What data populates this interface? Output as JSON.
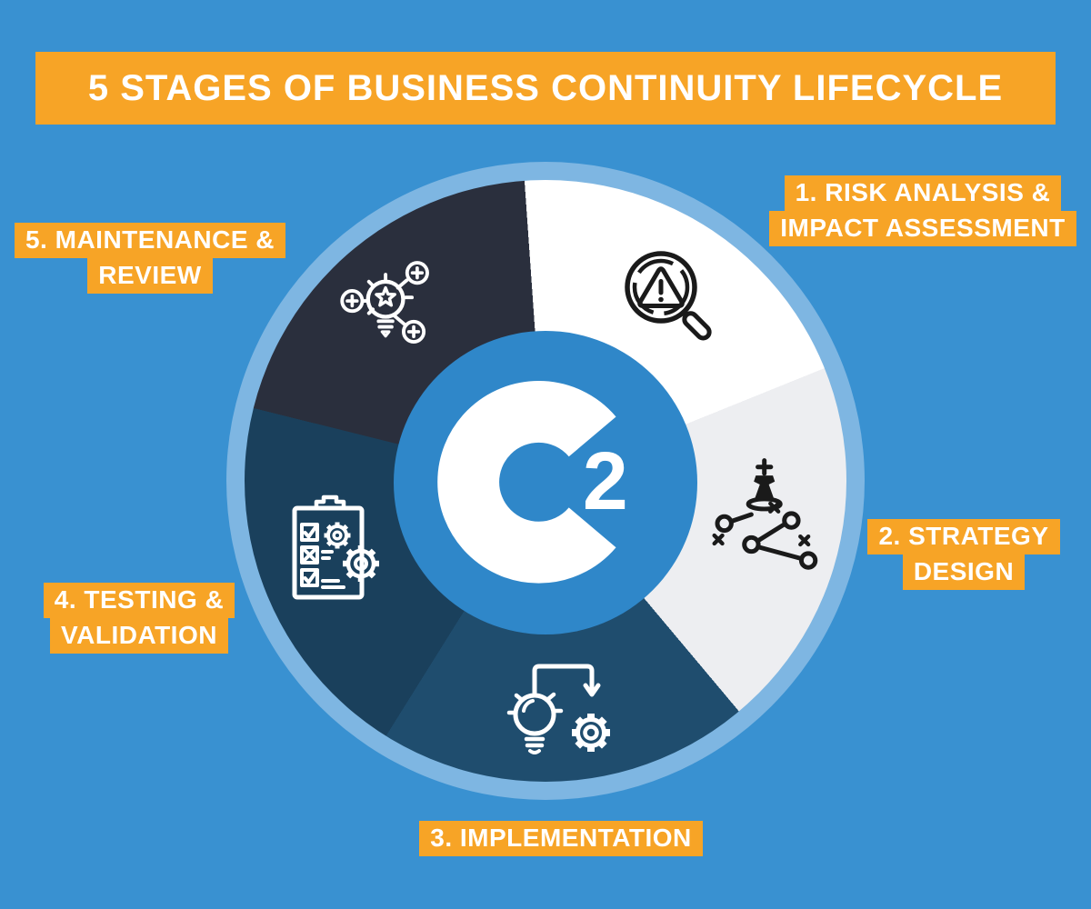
{
  "title": {
    "text": "5 STAGES OF BUSINESS CONTINUITY LIFECYCLE"
  },
  "logo": {
    "letter": "C",
    "number": "2"
  },
  "colors": {
    "background": "#3991D1",
    "accent": "#F7A426",
    "label_text": "#FFFFFF",
    "halo": "#7EB6E2",
    "hub": "#2F87C9",
    "icon_dark": "#1A1A1A",
    "icon_light": "#FFFFFF"
  },
  "wheel": {
    "start_angle_deg": -4,
    "segments": [
      {
        "stage": 1,
        "name": "risk-analysis-impact-assessment",
        "color": "#FFFFFF",
        "icon": "magnifier-warning-icon",
        "label_lines": [
          "1. RISK ANALYSIS &",
          "IMPACT ASSESSMENT"
        ]
      },
      {
        "stage": 2,
        "name": "strategy-design",
        "color": "#EDEEF1",
        "icon": "chess-strategy-icon",
        "label_lines": [
          "2. STRATEGY",
          "DESIGN"
        ]
      },
      {
        "stage": 3,
        "name": "implementation",
        "color": "#1F4D6E",
        "icon": "bulb-gear-icon",
        "label_lines": [
          "3. IMPLEMENTATION"
        ]
      },
      {
        "stage": 4,
        "name": "testing-validation",
        "color": "#1A405C",
        "icon": "clipboard-gears-icon",
        "label_lines": [
          "4. TESTING &",
          "VALIDATION"
        ]
      },
      {
        "stage": 5,
        "name": "maintenance-review",
        "color": "#2A2F3D",
        "icon": "idea-plus-icon",
        "label_lines": [
          "5. MAINTENANCE &",
          "REVIEW"
        ]
      }
    ]
  }
}
